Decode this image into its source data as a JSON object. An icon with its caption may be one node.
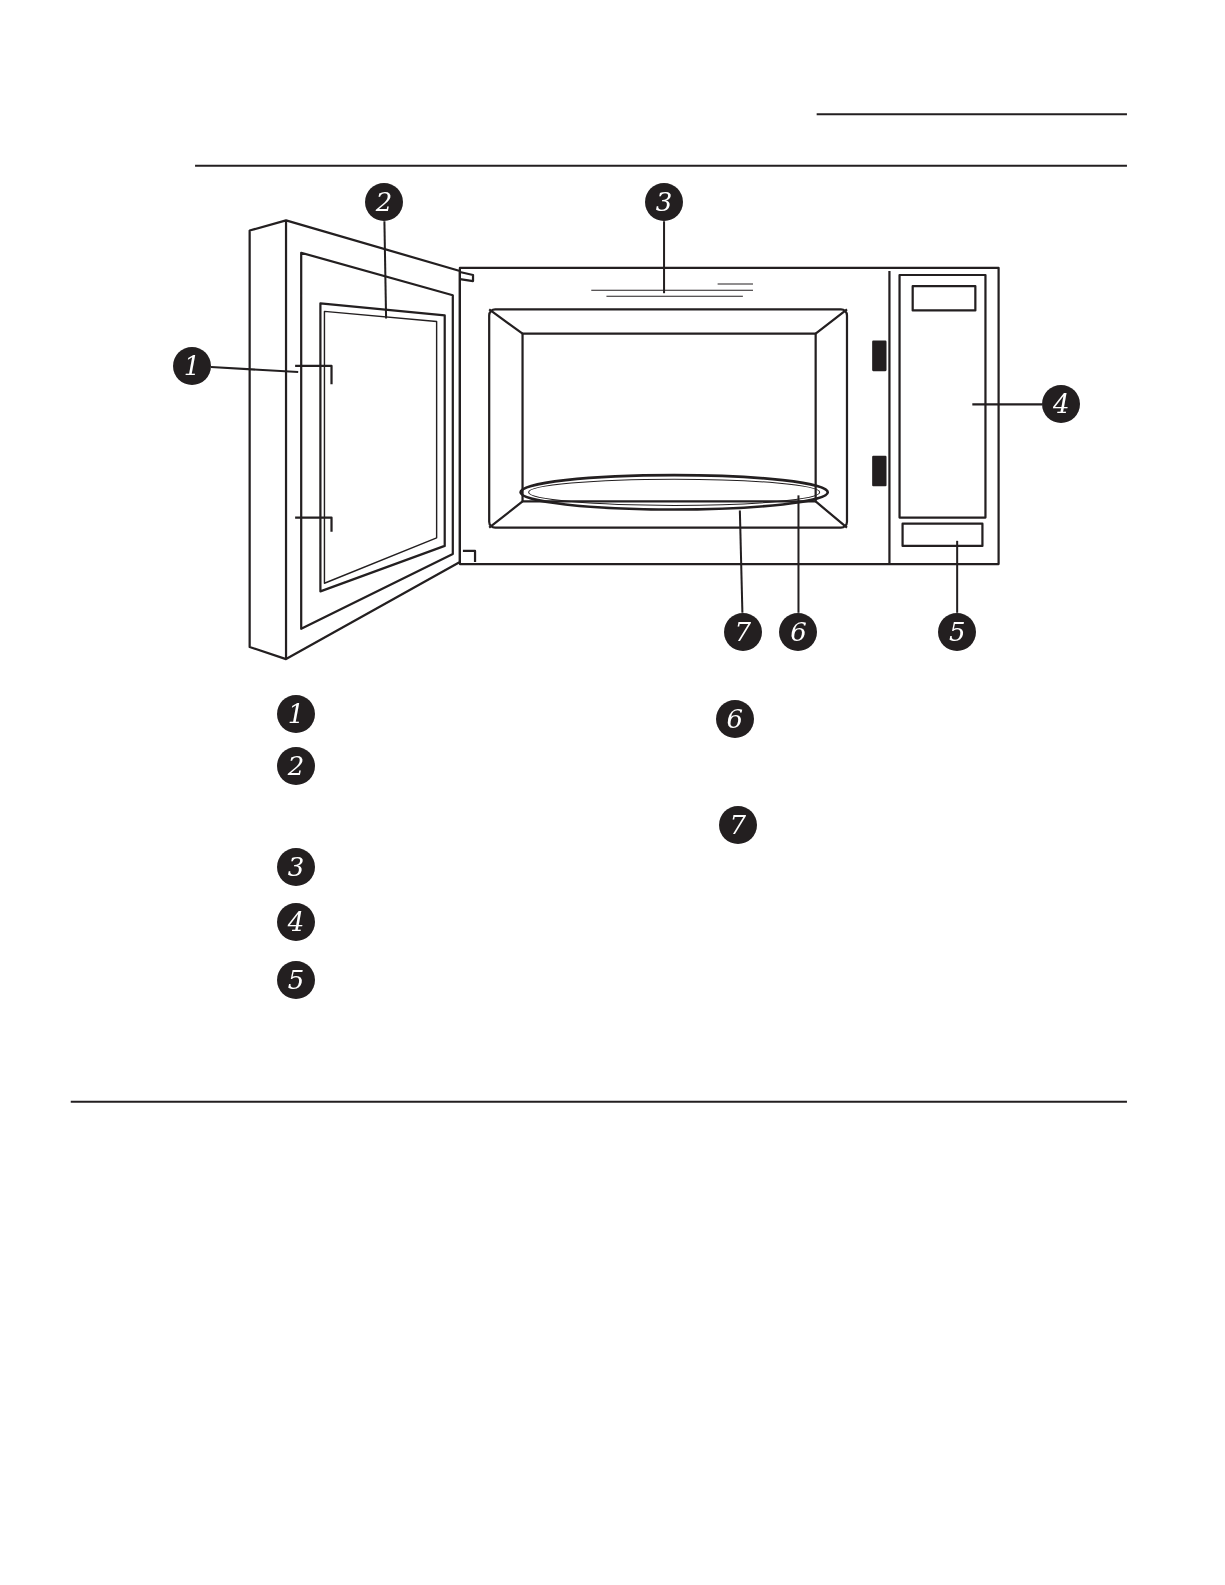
{
  "diagram": {
    "nodes": [
      {
        "text": [
          "1"
        ]
      },
      {
        "text": [
          "2"
        ]
      },
      {
        "text": [
          "3"
        ]
      },
      {
        "text": [
          "4"
        ]
      },
      {
        "text": [
          "5"
        ]
      },
      {
        "text": [
          "6"
        ]
      },
      {
        "text": [
          "7"
        ]
      },
      {
        "text": [
          "1"
        ]
      },
      {
        "text": [
          "2"
        ]
      },
      {
        "text": [
          "3"
        ]
      },
      {
        "text": [
          "4"
        ]
      },
      {
        "text": [
          "5"
        ]
      },
      {
        "text": [
          "6"
        ]
      },
      {
        "text": [
          "7"
        ]
      }
    ],
    "edges": [
      {
        "from": 0,
        "to": null,
        "arrow": "none"
      },
      {
        "from": 1,
        "to": null,
        "arrow": "none"
      },
      {
        "from": 2,
        "to": null,
        "arrow": "none"
      },
      {
        "from": 3,
        "to": null,
        "arrow": "none"
      },
      {
        "from": 4,
        "to": null,
        "arrow": "none"
      },
      {
        "from": 5,
        "to": null,
        "arrow": "none"
      },
      {
        "from": 6,
        "to": null,
        "arrow": "none"
      }
    ]
  }
}
